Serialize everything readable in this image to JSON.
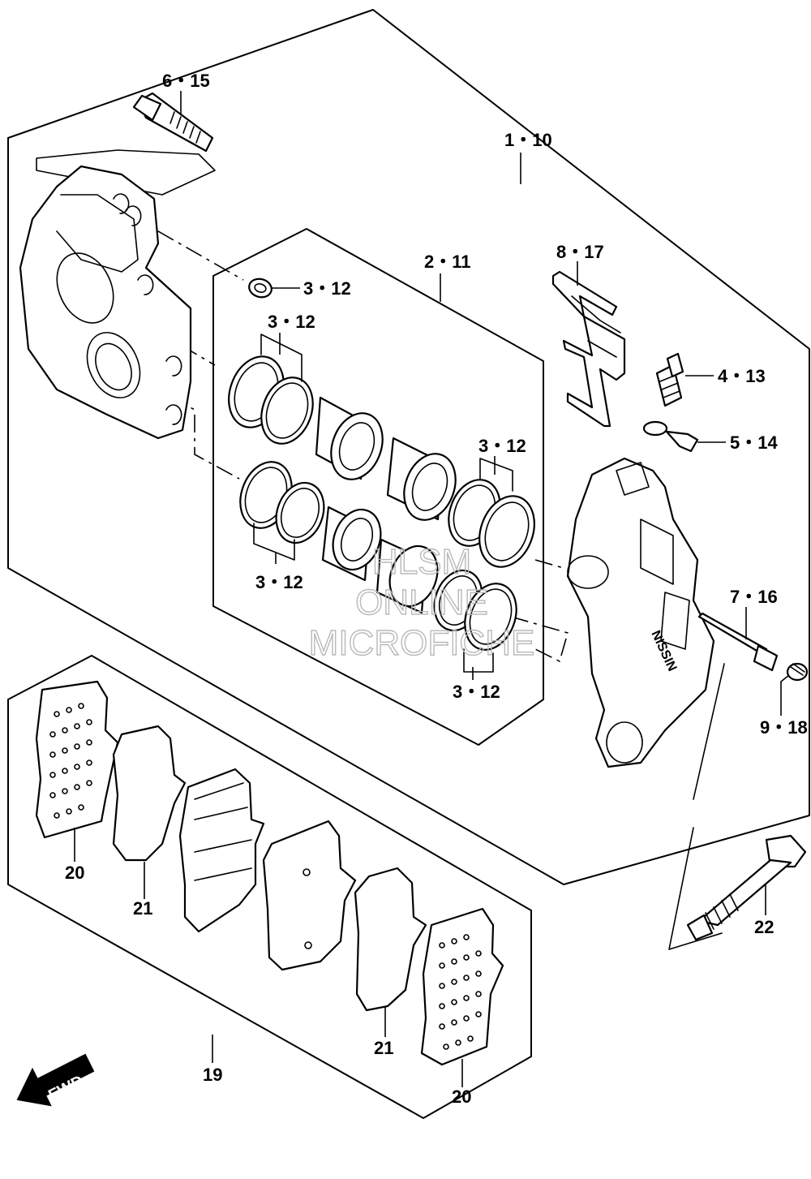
{
  "callouts": {
    "c_6_15": "6・15",
    "c_1_10": "1・10",
    "c_2_11": "2・11",
    "c_3_12_a": "3・12",
    "c_3_12_b": "3・12",
    "c_3_12_c": "3・12",
    "c_3_12_d": "3・12",
    "c_3_12_e": "3・12",
    "c_8_17": "8・17",
    "c_4_13": "4・13",
    "c_5_14": "5・14",
    "c_7_16": "7・16",
    "c_9_18": "9・18",
    "c_22": "22",
    "c_20_a": "20",
    "c_21_a": "21",
    "c_21_b": "21",
    "c_19": "19",
    "c_20_b": "20"
  },
  "watermark": {
    "line1": "HLSM",
    "line2": "ONLINE",
    "line3": "MICROFICHE"
  },
  "fwd_label": "FWD"
}
